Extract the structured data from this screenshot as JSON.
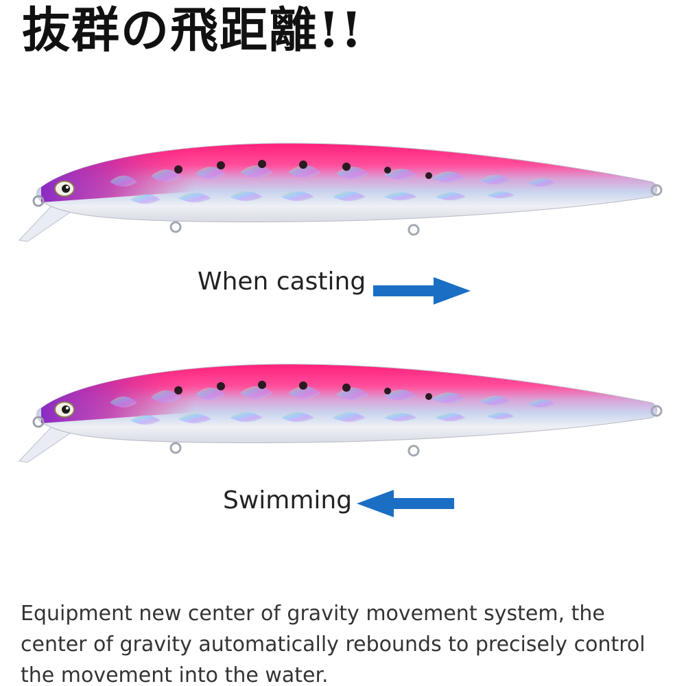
{
  "headline": "抜群の飛距離!!",
  "lure": {
    "colors": {
      "back": "#ff1f7a",
      "nose": "#8a2bc4",
      "belly": "#eef0f5",
      "lip": "#e8ecf2",
      "spot": "#2a1a22"
    },
    "icon": "fishing-lure-minnow"
  },
  "motions": {
    "casting": {
      "label": "When casting",
      "direction": "right",
      "icon": "arrow-right-icon"
    },
    "swimming": {
      "label": "Swimming",
      "direction": "left",
      "icon": "arrow-left-icon"
    }
  },
  "arrow_color": "#1a6fc4",
  "description": "Equipment new center of gravity movement system, the center of gravity automatically rebounds to precisely control the movement into the water."
}
